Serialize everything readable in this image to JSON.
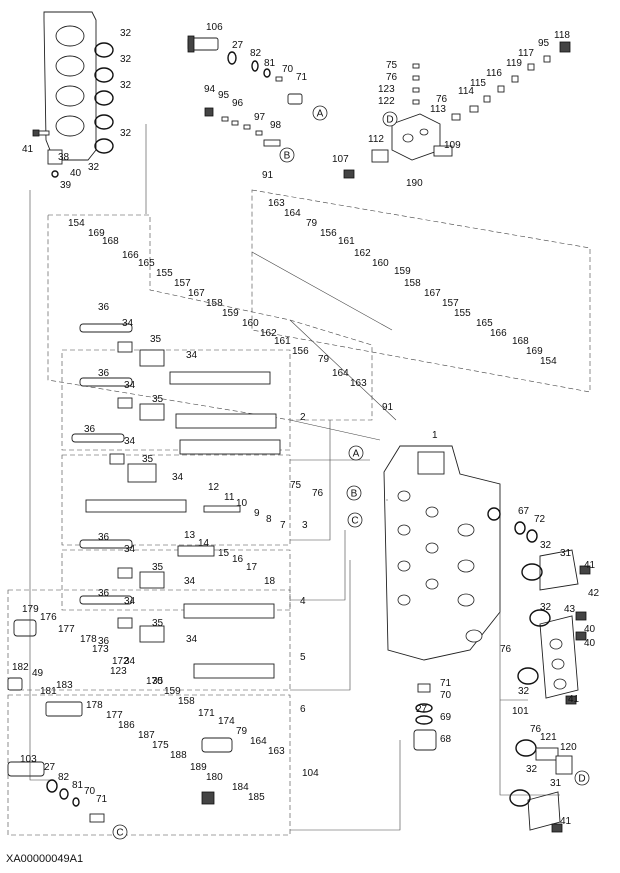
{
  "drawing_code": "XA00000049A1",
  "connector_letters": [
    "A",
    "B",
    "C",
    "D"
  ],
  "parts": [
    "1",
    "2",
    "3",
    "4",
    "5",
    "6",
    "7",
    "8",
    "9",
    "10",
    "11",
    "12",
    "13",
    "14",
    "15",
    "16",
    "17",
    "18",
    "27",
    "31",
    "32",
    "34",
    "35",
    "36",
    "38",
    "39",
    "40",
    "41",
    "42",
    "43",
    "49",
    "67",
    "68",
    "69",
    "70",
    "71",
    "72",
    "75",
    "76",
    "79",
    "81",
    "82",
    "91",
    "94",
    "95",
    "96",
    "97",
    "98",
    "101",
    "103",
    "104",
    "106",
    "107",
    "109",
    "112",
    "113",
    "114",
    "115",
    "116",
    "117",
    "118",
    "119",
    "120",
    "121",
    "122",
    "123",
    "154",
    "155",
    "156",
    "157",
    "158",
    "159",
    "160",
    "161",
    "162",
    "163",
    "164",
    "165",
    "166",
    "167",
    "168",
    "169",
    "170",
    "171",
    "172",
    "173",
    "174",
    "175",
    "176",
    "177",
    "178",
    "179",
    "180",
    "181",
    "182",
    "183",
    "184",
    "185",
    "186",
    "187",
    "188",
    "189",
    "190"
  ]
}
